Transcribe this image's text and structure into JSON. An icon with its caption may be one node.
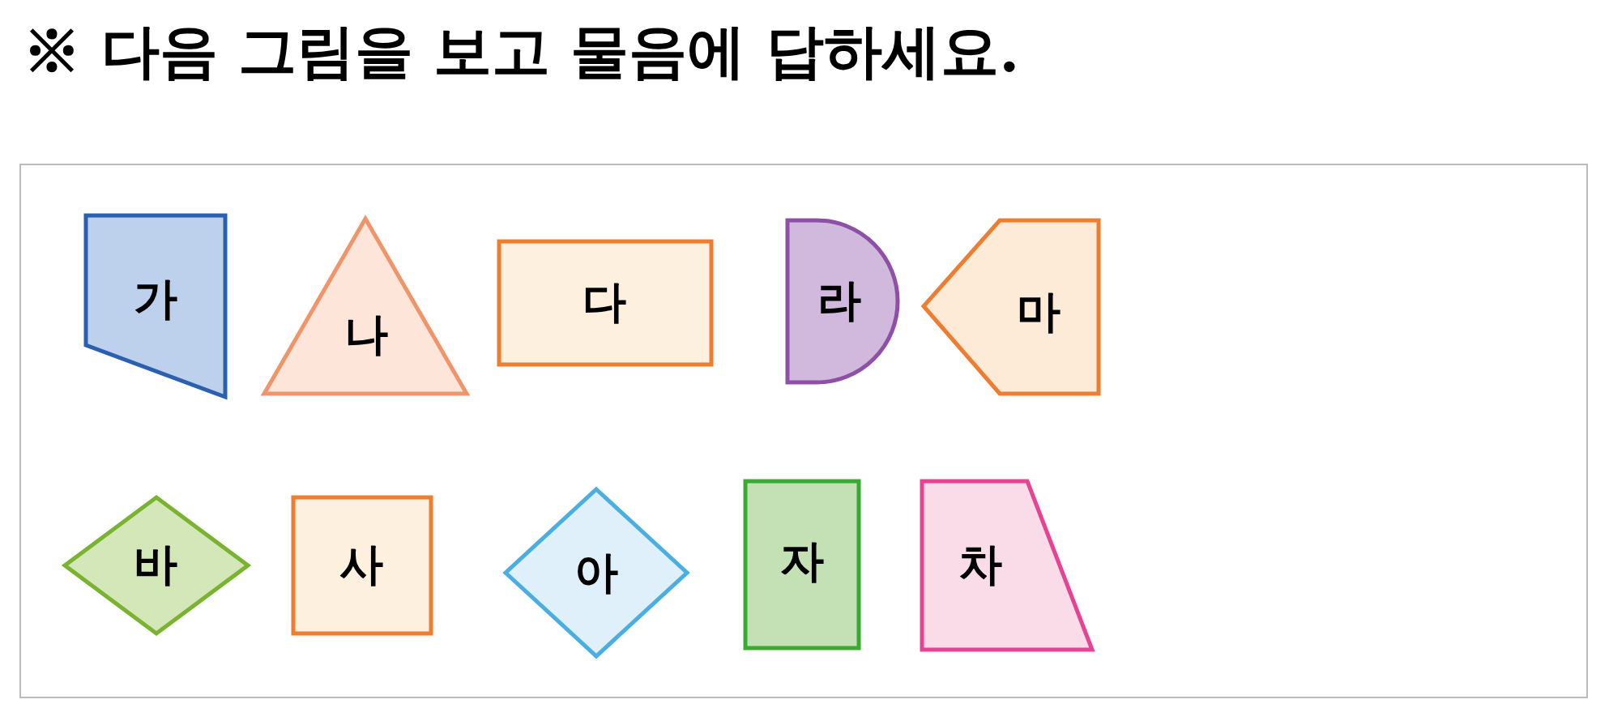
{
  "diagram": {
    "title": "※ 다음 그림을 보고 물음에 답하세요.",
    "nodes": [
      {
        "text": [
          "가"
        ]
      },
      {
        "text": [
          "나"
        ]
      },
      {
        "text": [
          "다"
        ]
      },
      {
        "text": [
          "라"
        ]
      },
      {
        "text": [
          "마"
        ]
      },
      {
        "text": [
          "바"
        ]
      },
      {
        "text": [
          "사"
        ]
      },
      {
        "text": [
          "아"
        ]
      },
      {
        "text": [
          "자"
        ]
      },
      {
        "text": [
          "차"
        ]
      }
    ]
  }
}
